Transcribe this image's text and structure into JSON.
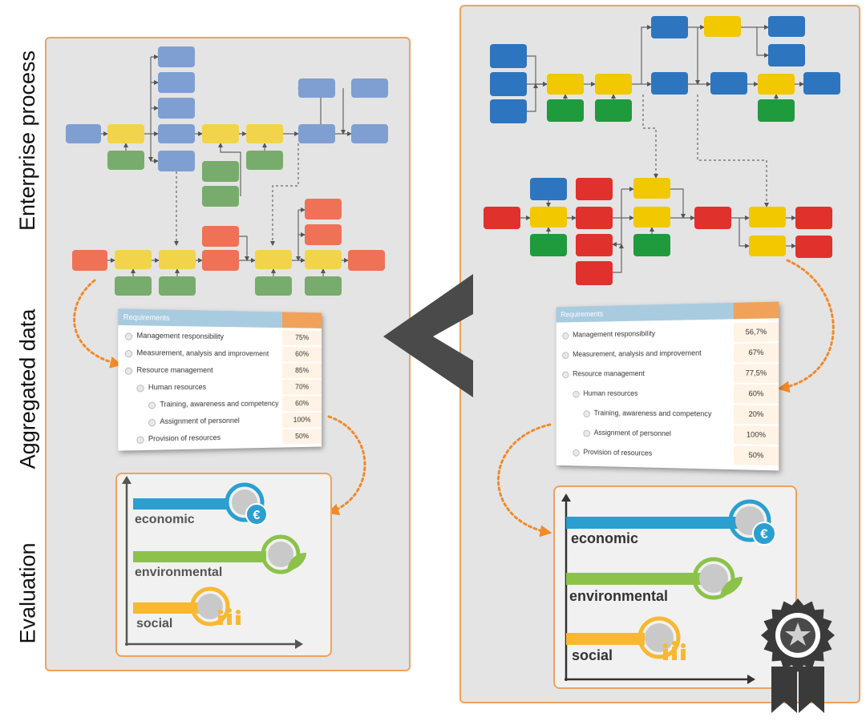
{
  "side_labels": {
    "enterprise_process": "Enterprise process",
    "aggregated_data": "Aggregated data",
    "evaluation": "Evaluation"
  },
  "table": {
    "header": "Requirements",
    "rows": [
      {
        "label": "Management responsibility",
        "level": 0
      },
      {
        "label": "Measurement, analysis and improvement",
        "level": 0
      },
      {
        "label": "Resource management",
        "level": 0
      },
      {
        "label": "Human resources",
        "level": 1
      },
      {
        "label": "Training, awareness and competency",
        "level": 2
      },
      {
        "label": "Assignment of personnel",
        "level": 2
      },
      {
        "label": "Provision of resources",
        "level": 1
      }
    ],
    "left_values": [
      "75%",
      "60%",
      "85%",
      "70%",
      "60%",
      "100%",
      "50%"
    ],
    "right_values": [
      "56,7%",
      "67%",
      "77,5%",
      "60%",
      "20%",
      "100%",
      "50%"
    ]
  },
  "evaluation": {
    "economic": "economic",
    "environmental": "environmental",
    "social": "social"
  },
  "colors": {
    "blue": "#2e75bf",
    "blue_light": "#7f9fd2",
    "yellow": "#f2c800",
    "yellow_light": "#f2d44a",
    "green": "#1f9a3c",
    "green_light": "#78ac6c",
    "red": "#e0312c",
    "red_light": "#ef7256",
    "orange": "#f0a25a",
    "economic_bar": "#2a9fd0",
    "environmental_bar": "#8cc24a",
    "social_bar": "#f8b830",
    "chevron": "#4a4a4a"
  },
  "icons": [
    "globe-euro-icon",
    "globe-leaf-icon",
    "globe-people-icon",
    "award-ribbon-icon",
    "chevron-left-icon"
  ]
}
